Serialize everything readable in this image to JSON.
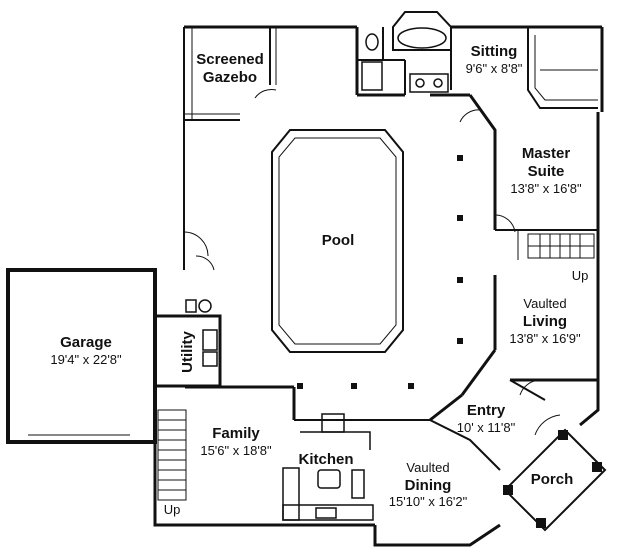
{
  "rooms": {
    "gazebo": {
      "line1": "Screened",
      "line2": "Gazebo"
    },
    "sitting": {
      "name": "Sitting",
      "dim": "9'6\" x 8'8\""
    },
    "master": {
      "line1": "Master",
      "line2": "Suite",
      "dim": "13'8\" x 16'8\""
    },
    "pool": {
      "name": "Pool"
    },
    "garage": {
      "name": "Garage",
      "dim": "19'4\" x 22'8\""
    },
    "utility": {
      "name": "Utility"
    },
    "living": {
      "line1": "Vaulted",
      "line2": "Living",
      "dim": "13'8\" x 16'9\""
    },
    "entry": {
      "name": "Entry",
      "dim": "10' x 11'8\""
    },
    "family": {
      "name": "Family",
      "dim": "15'6\" x 18'8\""
    },
    "kitchen": {
      "name": "Kitchen"
    },
    "dining": {
      "line1": "Vaulted",
      "line2": "Dining",
      "dim": "15'10\" x 16'2\""
    },
    "porch": {
      "name": "Porch"
    }
  },
  "stairs": {
    "up_master": "Up",
    "up_family": "Up"
  },
  "colors": {
    "wall": "#111111",
    "background": "#ffffff"
  }
}
